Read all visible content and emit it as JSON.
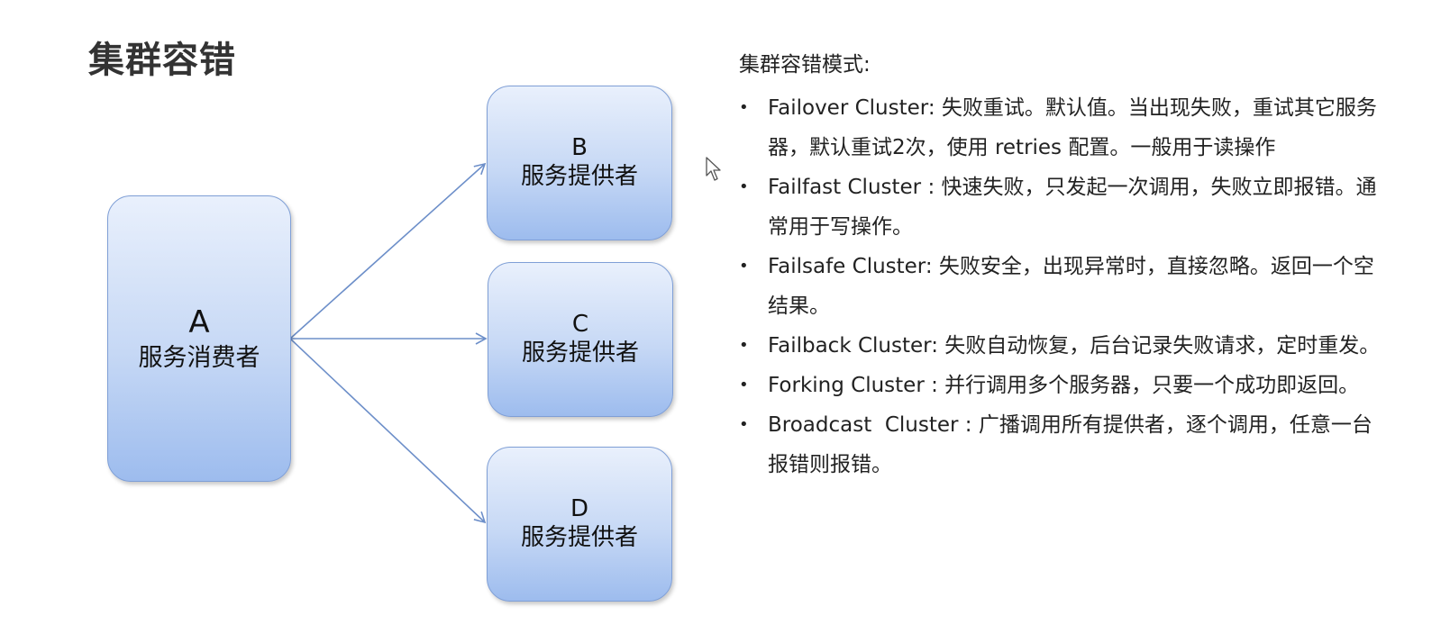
{
  "title": "集群容错",
  "diagram": {
    "nodes": [
      {
        "id": "A",
        "role": "服务消费者"
      },
      {
        "id": "B",
        "role": "服务提供者"
      },
      {
        "id": "C",
        "role": "服务提供者"
      },
      {
        "id": "D",
        "role": "服务提供者"
      }
    ],
    "edges": [
      {
        "from": "A",
        "to": "B"
      },
      {
        "from": "A",
        "to": "C"
      },
      {
        "from": "A",
        "to": "D"
      }
    ],
    "colors": {
      "box_fill_top": "#e9f0fc",
      "box_fill_bottom": "#9dbcee",
      "box_border": "#7f9fd6",
      "arrow": "#6d8fc9"
    }
  },
  "notes": {
    "heading": "集群容错模式:",
    "items": [
      {
        "name": "Failover Cluster",
        "sep": ":",
        "desc": "失败重试。默认值。当出现失败，重试其它服务器，默认重试2次，使用 retries 配置。一般用于读操作"
      },
      {
        "name": "Failfast Cluster",
        "sep": " :",
        "desc": "快速失败，只发起一次调用，失败立即报错。通常用于写操作。"
      },
      {
        "name": "Failsafe Cluster",
        "sep": ":",
        "desc": "失败安全，出现异常时，直接忽略。返回一个空结果。"
      },
      {
        "name": "Failback Cluster",
        "sep": ":",
        "desc": "失败自动恢复，后台记录失败请求，定时重发。"
      },
      {
        "name": "Forking Cluster",
        "sep": " :",
        "desc": "并行调用多个服务器，只要一个成功即返回。"
      },
      {
        "name": "Broadcast  Cluster",
        "sep": " :",
        "desc": "广播调用所有提供者，逐个调用，任意一台报错则报错。"
      }
    ]
  },
  "cursor_icon": "arrow-pointer-icon"
}
